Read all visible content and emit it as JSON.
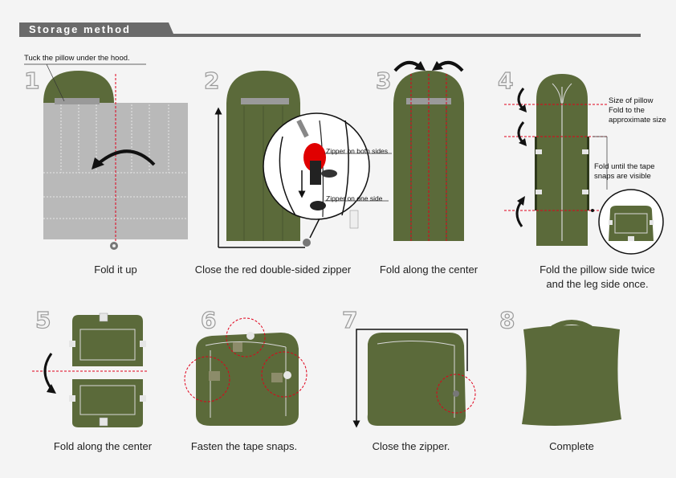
{
  "header": {
    "title": "Storage method"
  },
  "colors": {
    "bag": "#5b6a3a",
    "sheet": "#b7b7b7",
    "guide": "#e0001a",
    "arrow": "#111111"
  },
  "steps": [
    {
      "number": "1",
      "caption": "Fold it up",
      "note": "Tuck the pillow under the hood."
    },
    {
      "number": "2",
      "caption": "Close the red double-sided zipper",
      "note_both": "Zipper on both sides",
      "note_one": "Zipper on one side"
    },
    {
      "number": "3",
      "caption": "Fold along the center"
    },
    {
      "number": "4",
      "caption_line1": "Fold the pillow side twice",
      "caption_line2": "and the leg side once.",
      "note_size1": "Size of pillow",
      "note_size2": "Fold to the",
      "note_size3": "approximate size",
      "note_tape1": "Fold until the tape",
      "note_tape2": "snaps are visible"
    },
    {
      "number": "5",
      "caption": "Fold along the center"
    },
    {
      "number": "6",
      "caption": "Fasten the tape snaps."
    },
    {
      "number": "7",
      "caption": "Close the zipper."
    },
    {
      "number": "8",
      "caption": "Complete"
    }
  ]
}
